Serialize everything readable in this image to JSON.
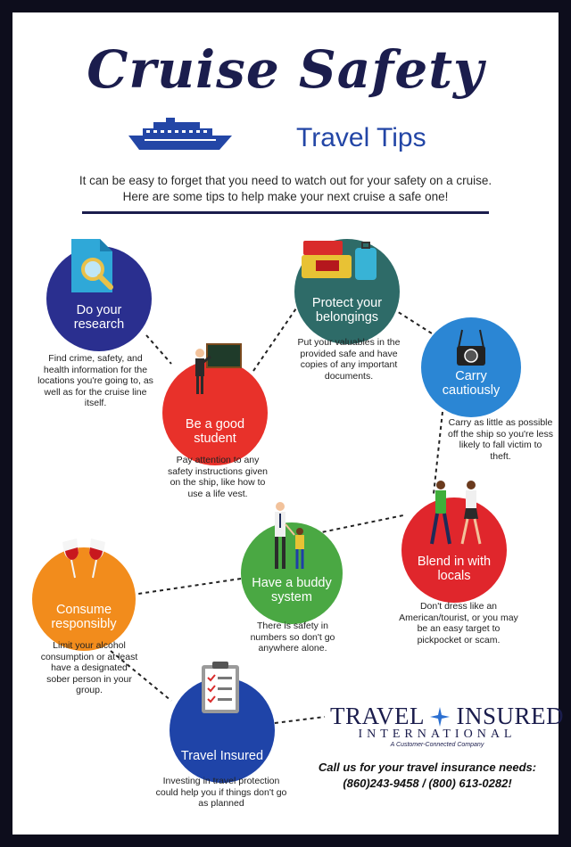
{
  "header": {
    "title": "Cruise Safety",
    "subtitle": "Travel Tips",
    "intro": "It can be easy to forget that you need to watch out for your safety on a cruise. Here are some tips to help make your next cruise a safe one!"
  },
  "colors": {
    "navy": "#1b1d4d",
    "research": "#2a2f8f",
    "student": "#e8312a",
    "belongings": "#2e6b68",
    "carry": "#2b86d4",
    "locals": "#e0262c",
    "buddy": "#4aa843",
    "consume": "#f28c1c",
    "insured": "#1f44a8"
  },
  "tips": {
    "research": {
      "label": "Do your research",
      "desc": "Find crime, safety, and health information for the locations you're going to, as well as for the cruise line itself."
    },
    "student": {
      "label": "Be a good student",
      "desc": "Pay attention to any safety instructions given on the ship, like how to use a life vest."
    },
    "belongings": {
      "label": "Protect your belongings",
      "desc": "Put your valuables in the provided safe and have copies of any important documents."
    },
    "carry": {
      "label": "Carry cautiously",
      "desc": "Carry as little as possible off the ship so you're less likely to fall victim to theft."
    },
    "locals": {
      "label": "Blend in with locals",
      "desc": "Don't dress like an American/tourist, or you may be an easy target to pickpocket or scam."
    },
    "buddy": {
      "label": "Have a buddy system",
      "desc": "There is safety in numbers so don't go anywhere alone."
    },
    "consume": {
      "label": "Consume responsibly",
      "desc": "Limit your alcohol consumption or at least have a designated sober person in your group."
    },
    "insured": {
      "label": "Travel Insured",
      "desc": "Investing in travel protection could help you if things don't go as planned"
    }
  },
  "brand": {
    "name_left": "TRAVEL",
    "name_right": "INSURED",
    "sub": "INTERNATIONAL",
    "tagline": "A Customer-Connected Company",
    "call": "Call us for your travel insurance needs: (860)243-9458 / (800) 613-0282!"
  }
}
